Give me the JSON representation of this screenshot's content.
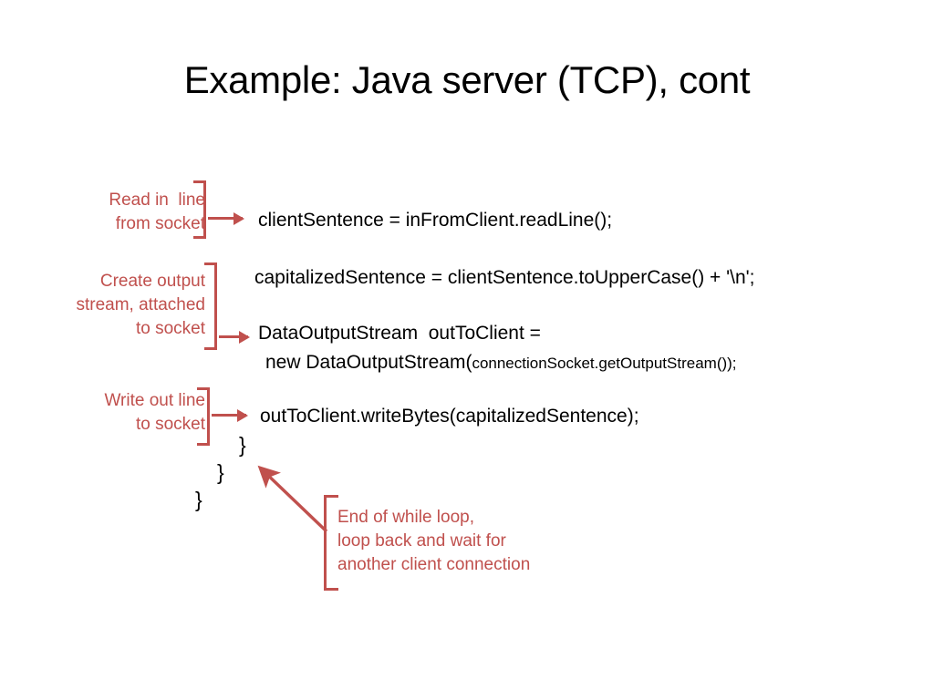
{
  "slide": {
    "title": "Example: Java server (TCP), cont",
    "background_color": "#ffffff",
    "accent_color": "#c0504d",
    "text_color": "#000000"
  },
  "code": {
    "line1": "clientSentence = inFromClient.readLine();",
    "line2": "capitalizedSentence = clientSentence.toUpperCase() + '\\n';",
    "line3": "DataOutputStream  outToClient =",
    "line4_large": "new DataOutputStream(",
    "line4_small": "connectionSocket.getOutputStream());",
    "line5": "outToClient.writeBytes(capitalizedSentence);",
    "brace1": "}",
    "brace2": "}",
    "brace3": "}"
  },
  "annotations": {
    "read": "Read in  line\nfrom socket",
    "create": "Create output\nstream, attached\nto socket",
    "write": "Write out line\nto socket",
    "end_loop": "End of while loop,\nloop back and wait for\nanother client connection"
  }
}
